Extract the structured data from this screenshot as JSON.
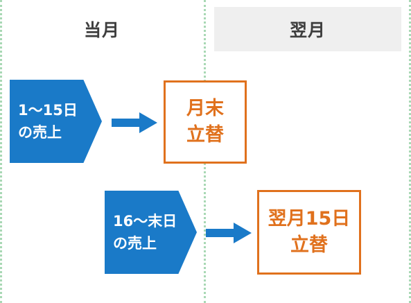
{
  "columns": {
    "current_month": "当月",
    "next_month": "翌月"
  },
  "flows": [
    {
      "source_line1": "1〜15日",
      "source_line2": "の売上",
      "result_line1": "月末",
      "result_line2": "立替"
    },
    {
      "source_line1": "16〜末日",
      "source_line2": "の売上",
      "result_line1": "翌月15日",
      "result_line2": "立替"
    }
  ],
  "colors": {
    "source_fill": "#1a7ac8",
    "result_accent": "#e0711d",
    "divider": "#a8d8b4",
    "header_bg": "#efefef",
    "header_text": "#3e3e3e"
  },
  "icons": {
    "connector": "right-arrow-icon"
  }
}
